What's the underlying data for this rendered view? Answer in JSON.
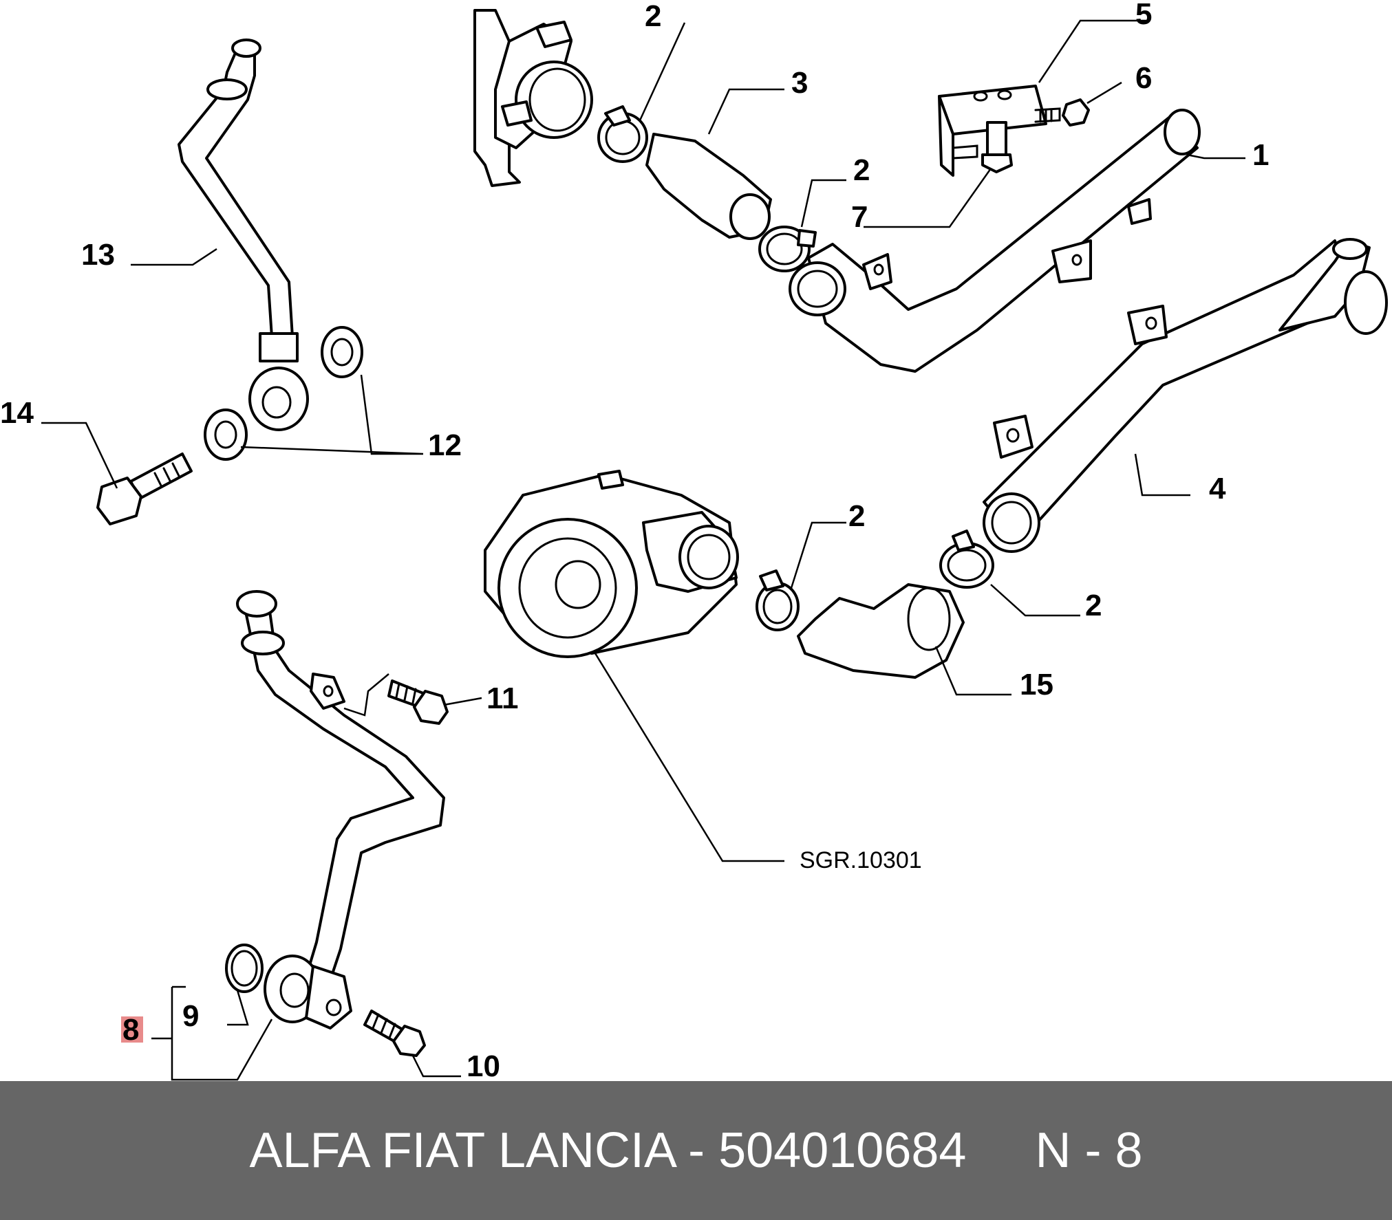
{
  "callouts": {
    "c1": "1",
    "c2a": "2",
    "c2b": "2",
    "c2c": "2",
    "c2d": "2",
    "c3": "3",
    "c4": "4",
    "c5": "5",
    "c6": "6",
    "c7": "7",
    "c8": "8",
    "c9": "9",
    "c10": "10",
    "c11": "11",
    "c12": "12",
    "c13": "13",
    "c14": "14",
    "c15": "15",
    "sgr": "SGR.10301"
  },
  "footer": {
    "brand": "ALFA FIAT LANCIA",
    "separator": " - ",
    "part_number": "504010684",
    "gap": "     ",
    "position": "N - 8"
  },
  "colors": {
    "footer_bg": "#666666",
    "highlight": "#e88b8b"
  }
}
